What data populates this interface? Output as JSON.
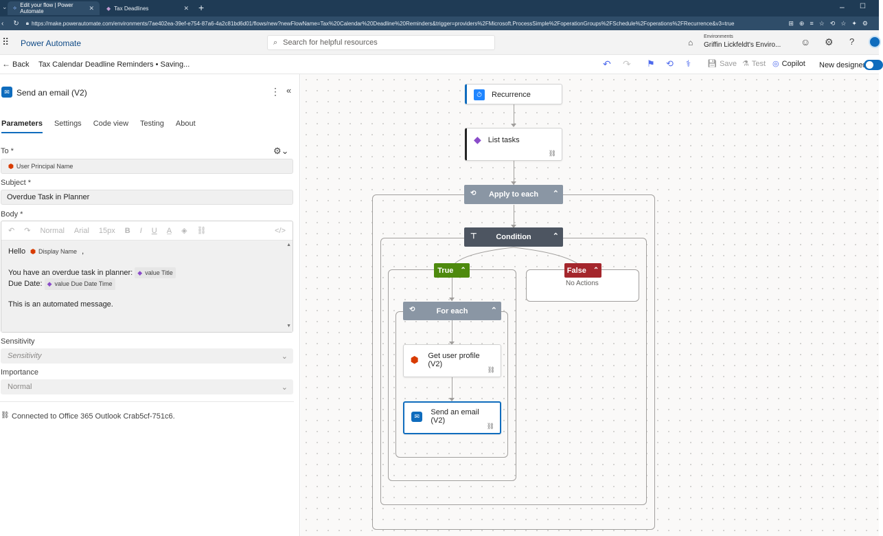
{
  "browser": {
    "tabs": [
      {
        "title": "Edit your flow | Power Automate"
      },
      {
        "title": "Tax Deadlines"
      }
    ],
    "new_tab": "+",
    "url": "https://make.powerautomate.com/environments/7ae402ea-39ef-e754-87a6-4a2c81bd6d01/flows/new?newFlowName=Tax%20Calendar%20Deadline%20Reminders&trigger=providers%2FMicrosoft.ProcessSimple%2FoperationGroups%2FSchedule%2Foperations%2FRecurrence&v3=true"
  },
  "app": {
    "name": "Power Automate",
    "search_placeholder": "Search for helpful resources",
    "environment_label": "Environments",
    "environment_name": "Griffin Lickfeldt's Enviro...",
    "help": "?"
  },
  "command_bar": {
    "back": "Back",
    "flow_title": "Tax Calendar Deadline Reminders • Saving...",
    "save": "Save",
    "test": "Test",
    "copilot": "Copilot",
    "new_designer": "New designer"
  },
  "panel": {
    "title": "Send an email (V2)",
    "tabs": [
      "Parameters",
      "Settings",
      "Code view",
      "Testing",
      "About"
    ],
    "to_label": "To *",
    "to_token": "User Principal Name",
    "subject_label": "Subject *",
    "subject_value": "Overdue Task in Planner",
    "body_label": "Body *",
    "toolbar": {
      "format": "Normal",
      "font": "Arial",
      "size": "15px",
      "bold": "B",
      "italic": "I",
      "underline": "U"
    },
    "body": {
      "hello": "Hello",
      "display_name": "Display Name",
      "comma": ",",
      "overdue": "You have an overdue task in planner:",
      "value_title": "value Title",
      "due": "Due Date:",
      "value_due": "value Due Date Time",
      "footer": "This is an automated message."
    },
    "sensitivity_label": "Sensitivity",
    "sensitivity_placeholder": "Sensitivity",
    "importance_label": "Importance",
    "importance_value": "Normal",
    "connection": "Connected to Office 365 Outlook Crab5cf-751c6."
  },
  "flow": {
    "recurrence": "Recurrence",
    "list_tasks": "List tasks",
    "apply_to_each": "Apply to each",
    "condition": "Condition",
    "true_label": "True",
    "false_label": "False",
    "no_actions": "No Actions",
    "for_each": "For each",
    "get_user_profile": "Get user profile (V2)",
    "send_email": "Send an email (V2)"
  },
  "colors": {
    "accent": "#0f6cbd",
    "apply_header": "#8a96a4",
    "condition_header": "#4d5561",
    "true_green": "#4e8a0e",
    "false_red": "#a4262c"
  }
}
